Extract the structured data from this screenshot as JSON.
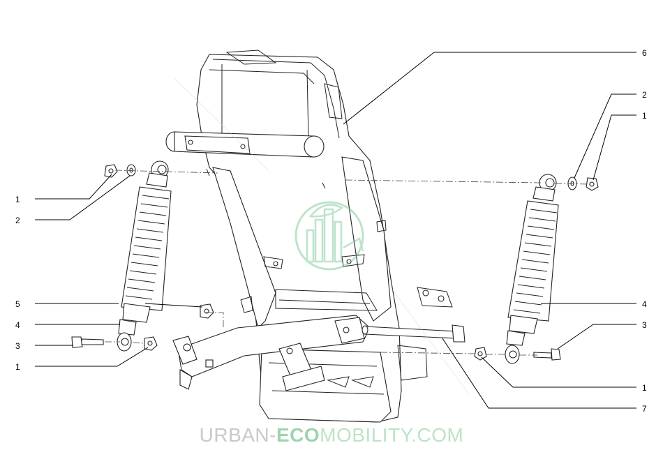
{
  "callouts": {
    "left": [
      "1",
      "2",
      "5",
      "4",
      "3",
      "1"
    ],
    "right": [
      "6",
      "2",
      "1",
      "4",
      "3",
      "1",
      "7"
    ]
  },
  "watermark": {
    "part1": "URBAN-",
    "part2": "ECO",
    "part3": "MOBILITY",
    "part4": ".COM"
  },
  "colors": {
    "line": "#000000",
    "watermark_gray": "#c9c9c9",
    "watermark_green": "#9fd3b0"
  }
}
